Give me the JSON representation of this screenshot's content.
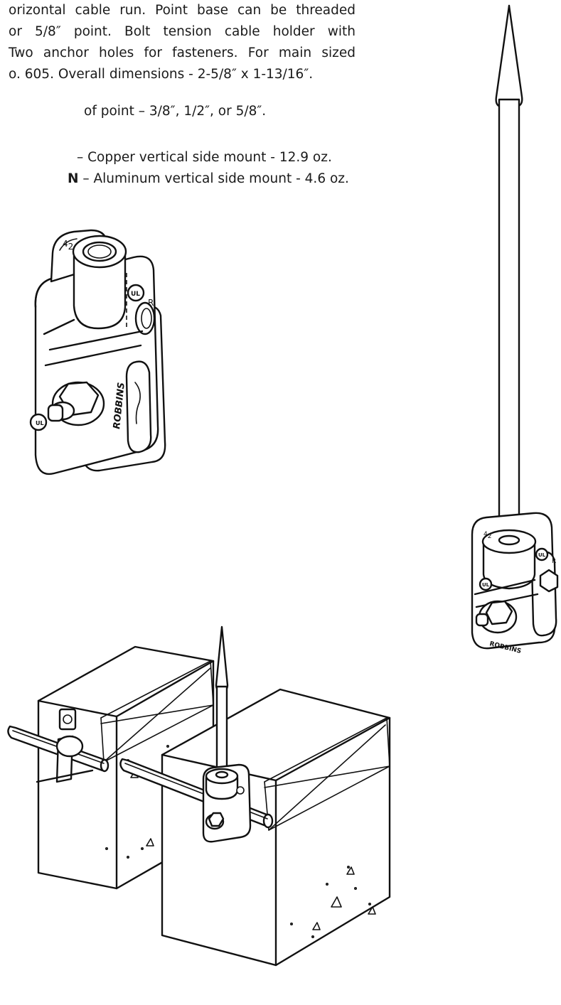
{
  "description": {
    "lines": [
      "orizontal cable run. Point base can be threaded",
      "or 5/8″ point. Bolt tension cable holder with",
      "Two anchor holes for fasteners. For main sized",
      "o. 605. Overall dimensions - 2-5/8″ x 1-13/16″."
    ],
    "size_note": "of point – 3/8″, 1/2″, or 5/8″."
  },
  "catalog": [
    {
      "code": "",
      "text": "– Copper vertical side mount - 12.9 oz."
    },
    {
      "code": "N",
      "text": "– Aluminum vertical side mount - 4.6 oz."
    }
  ],
  "marks": {
    "size_number_tens": "4",
    "size_number_units": "2",
    "ul": "UL",
    "registered": "R",
    "brand": "ROBBINS"
  }
}
